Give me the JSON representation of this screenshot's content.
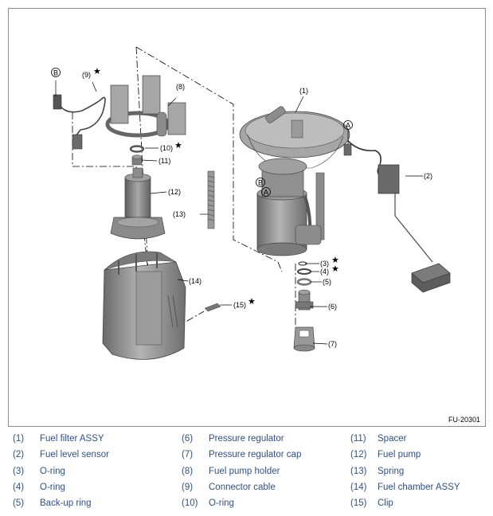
{
  "figure": {
    "code": "FU-20301",
    "star": "★",
    "callouts": {
      "c1": "(1)",
      "c2": "(2)",
      "c3": "(3)",
      "c4": "(4)",
      "c5": "(5)",
      "c6": "(6)",
      "c7": "(7)",
      "c8": "(8)",
      "c9": "(9)",
      "c10": "(10)",
      "c11": "(11)",
      "c12": "(12)",
      "c13": "(13)",
      "c14": "(14)",
      "c15": "(15)"
    },
    "connectors": {
      "a": "A",
      "b": "B"
    }
  },
  "legend": {
    "columns": [
      [
        {
          "num": "(1)",
          "name": "Fuel filter ASSY"
        },
        {
          "num": "(2)",
          "name": "Fuel level sensor"
        },
        {
          "num": "(3)",
          "name": "O-ring"
        },
        {
          "num": "(4)",
          "name": "O-ring"
        },
        {
          "num": "(5)",
          "name": "Back-up ring"
        }
      ],
      [
        {
          "num": "(6)",
          "name": "Pressure regulator"
        },
        {
          "num": "(7)",
          "name": "Pressure regulator cap"
        },
        {
          "num": "(8)",
          "name": "Fuel pump holder"
        },
        {
          "num": "(9)",
          "name": "Connector cable"
        },
        {
          "num": "(10)",
          "name": "O-ring"
        }
      ],
      [
        {
          "num": "(11)",
          "name": "Spacer"
        },
        {
          "num": "(12)",
          "name": "Fuel pump"
        },
        {
          "num": "(13)",
          "name": "Spring"
        },
        {
          "num": "(14)",
          "name": "Fuel chamber ASSY"
        },
        {
          "num": "(15)",
          "name": "Clip"
        }
      ]
    ]
  },
  "colors": {
    "legend_text": "#2a4fa0",
    "part_gray": "#9a9a9a",
    "part_dark": "#5a5a5a",
    "line": "#000000"
  }
}
